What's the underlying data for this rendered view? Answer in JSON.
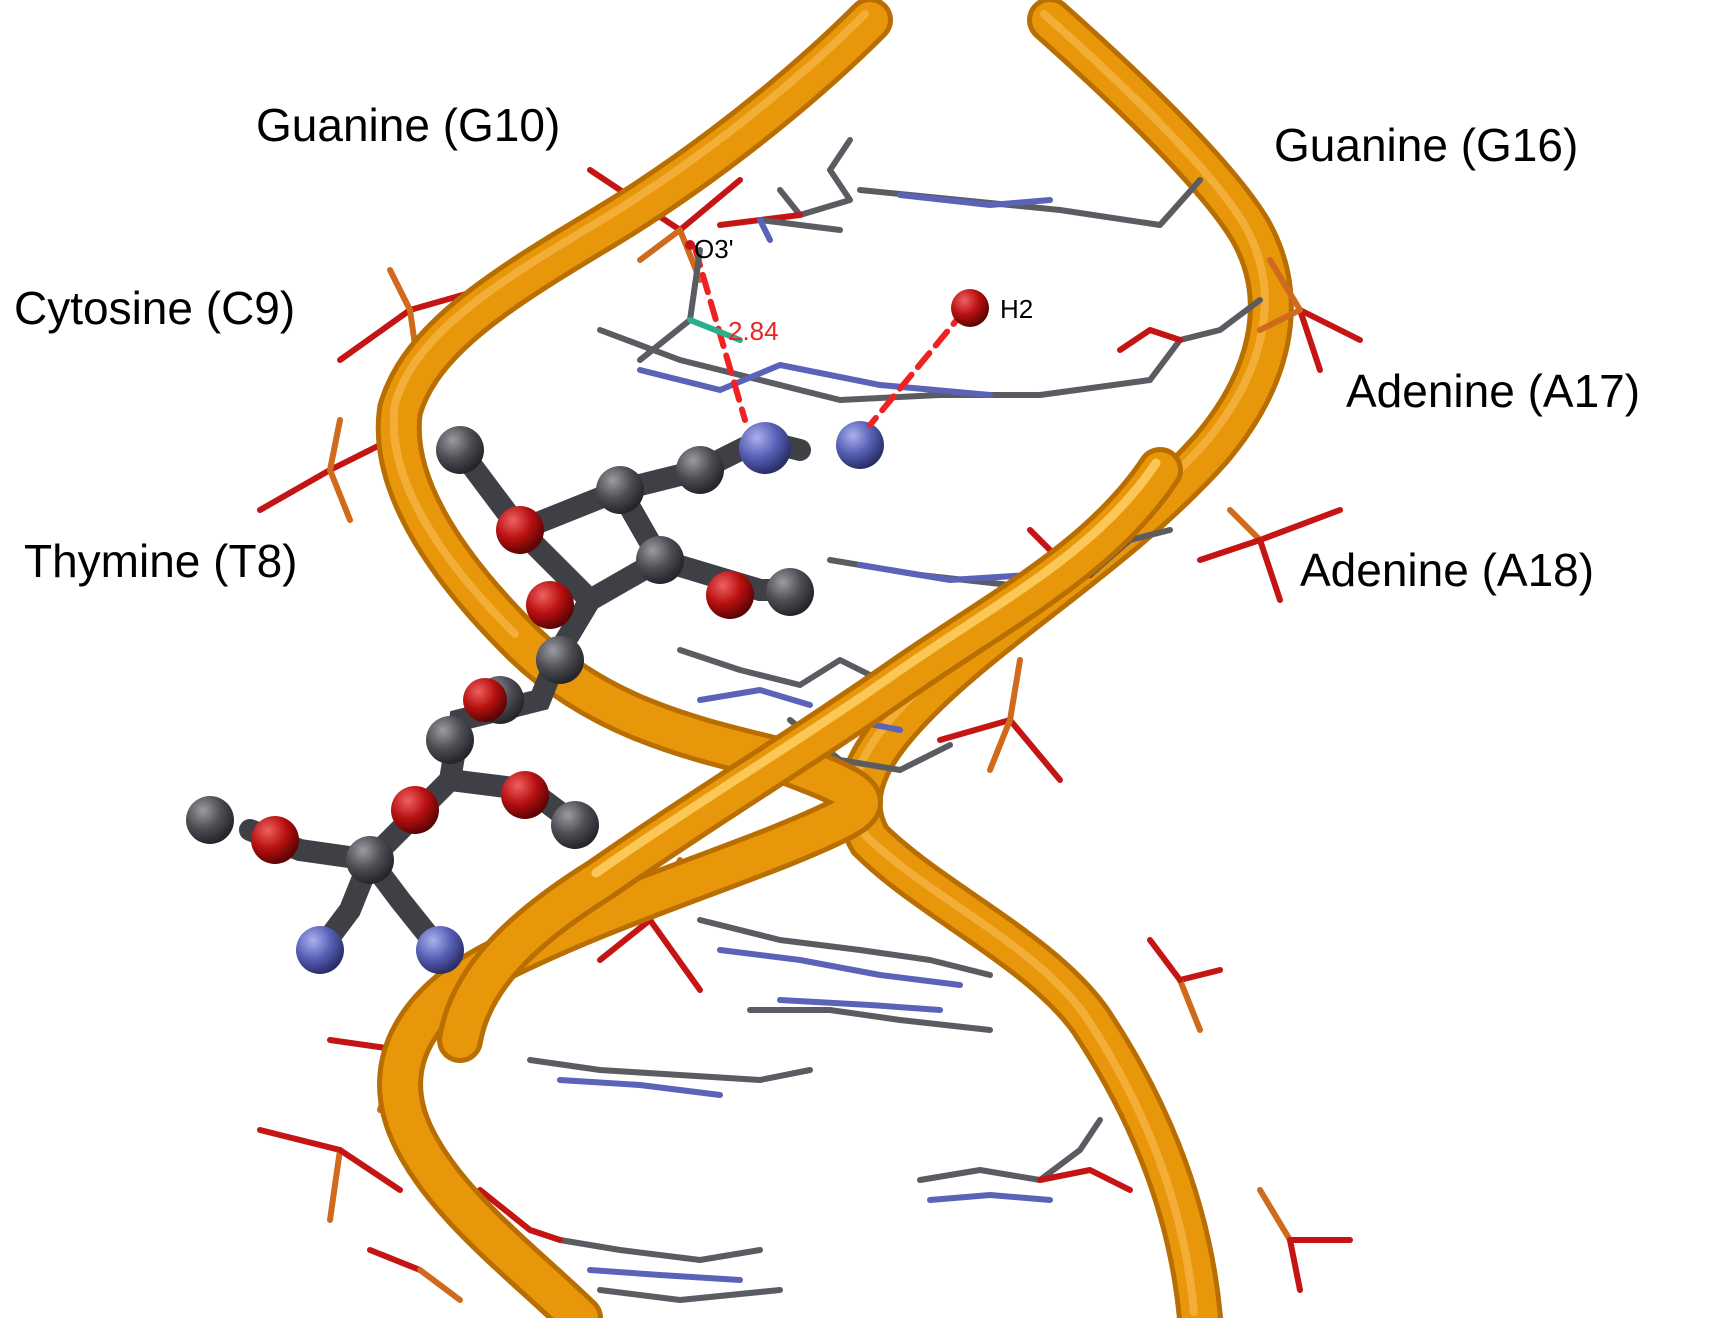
{
  "labels": {
    "guanine_g10": "Guanine (G10)",
    "guanine_g16": "Guanine (G16)",
    "cytosine_c9": "Cytosine (C9)",
    "adenine_a17": "Adenine (A17)",
    "thymine_t8": "Thymine (T8)",
    "adenine_a18": "Adenine (A18)",
    "atom_o3": "O3'",
    "atom_h2": "H2",
    "distance": "2.84"
  },
  "colors": {
    "backbone": "#E8960A",
    "backbone_highlight": "#F8B84A",
    "backbone_shadow": "#B86E00",
    "carbon": "#5A5C62",
    "oxygen": "#C41414",
    "nitrogen": "#5A63B8",
    "phosphorus": "#D06A1C",
    "hbond": "#EE2222"
  }
}
